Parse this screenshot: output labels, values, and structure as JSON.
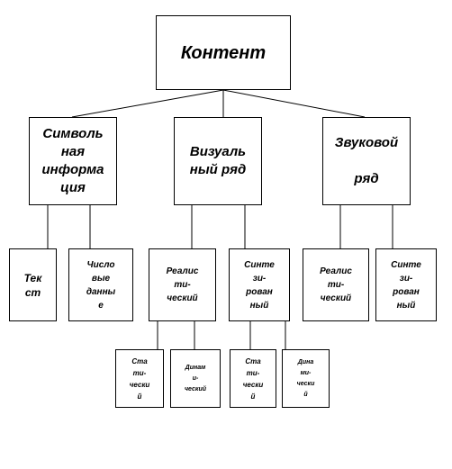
{
  "diagram": {
    "colors": {
      "line": "#000000",
      "box_border": "#000000",
      "text": "#000000",
      "background": "#ffffff"
    },
    "nodes": {
      "root": {
        "label": "Контент"
      },
      "symbolic": {
        "label": "Символь\nная\nинформа\nция"
      },
      "visual": {
        "label": "Визуаль\nный ряд"
      },
      "sound": {
        "label": "Звуковой\n\nряд"
      },
      "text": {
        "label": "Тек\nст"
      },
      "numeric": {
        "label": "Число\nвые\nданны\nе"
      },
      "vis_real": {
        "label": "Реалис\nти-\nческий"
      },
      "vis_synth": {
        "label": "Синте\nзи-\nрован\nный"
      },
      "snd_real": {
        "label": "Реалис\nти-\nческий"
      },
      "snd_synth": {
        "label": "Синте\nзи-\nрован\nный"
      },
      "real_static": {
        "label": "Ста\nти-\nчески\nй"
      },
      "real_dynamic": {
        "label": "Динам\nи-\nческий"
      },
      "syn_static": {
        "label": "Ста\nти-\nчески\nй"
      },
      "syn_dynamic": {
        "label": "Дина\nми-\nчески\nй"
      }
    }
  }
}
